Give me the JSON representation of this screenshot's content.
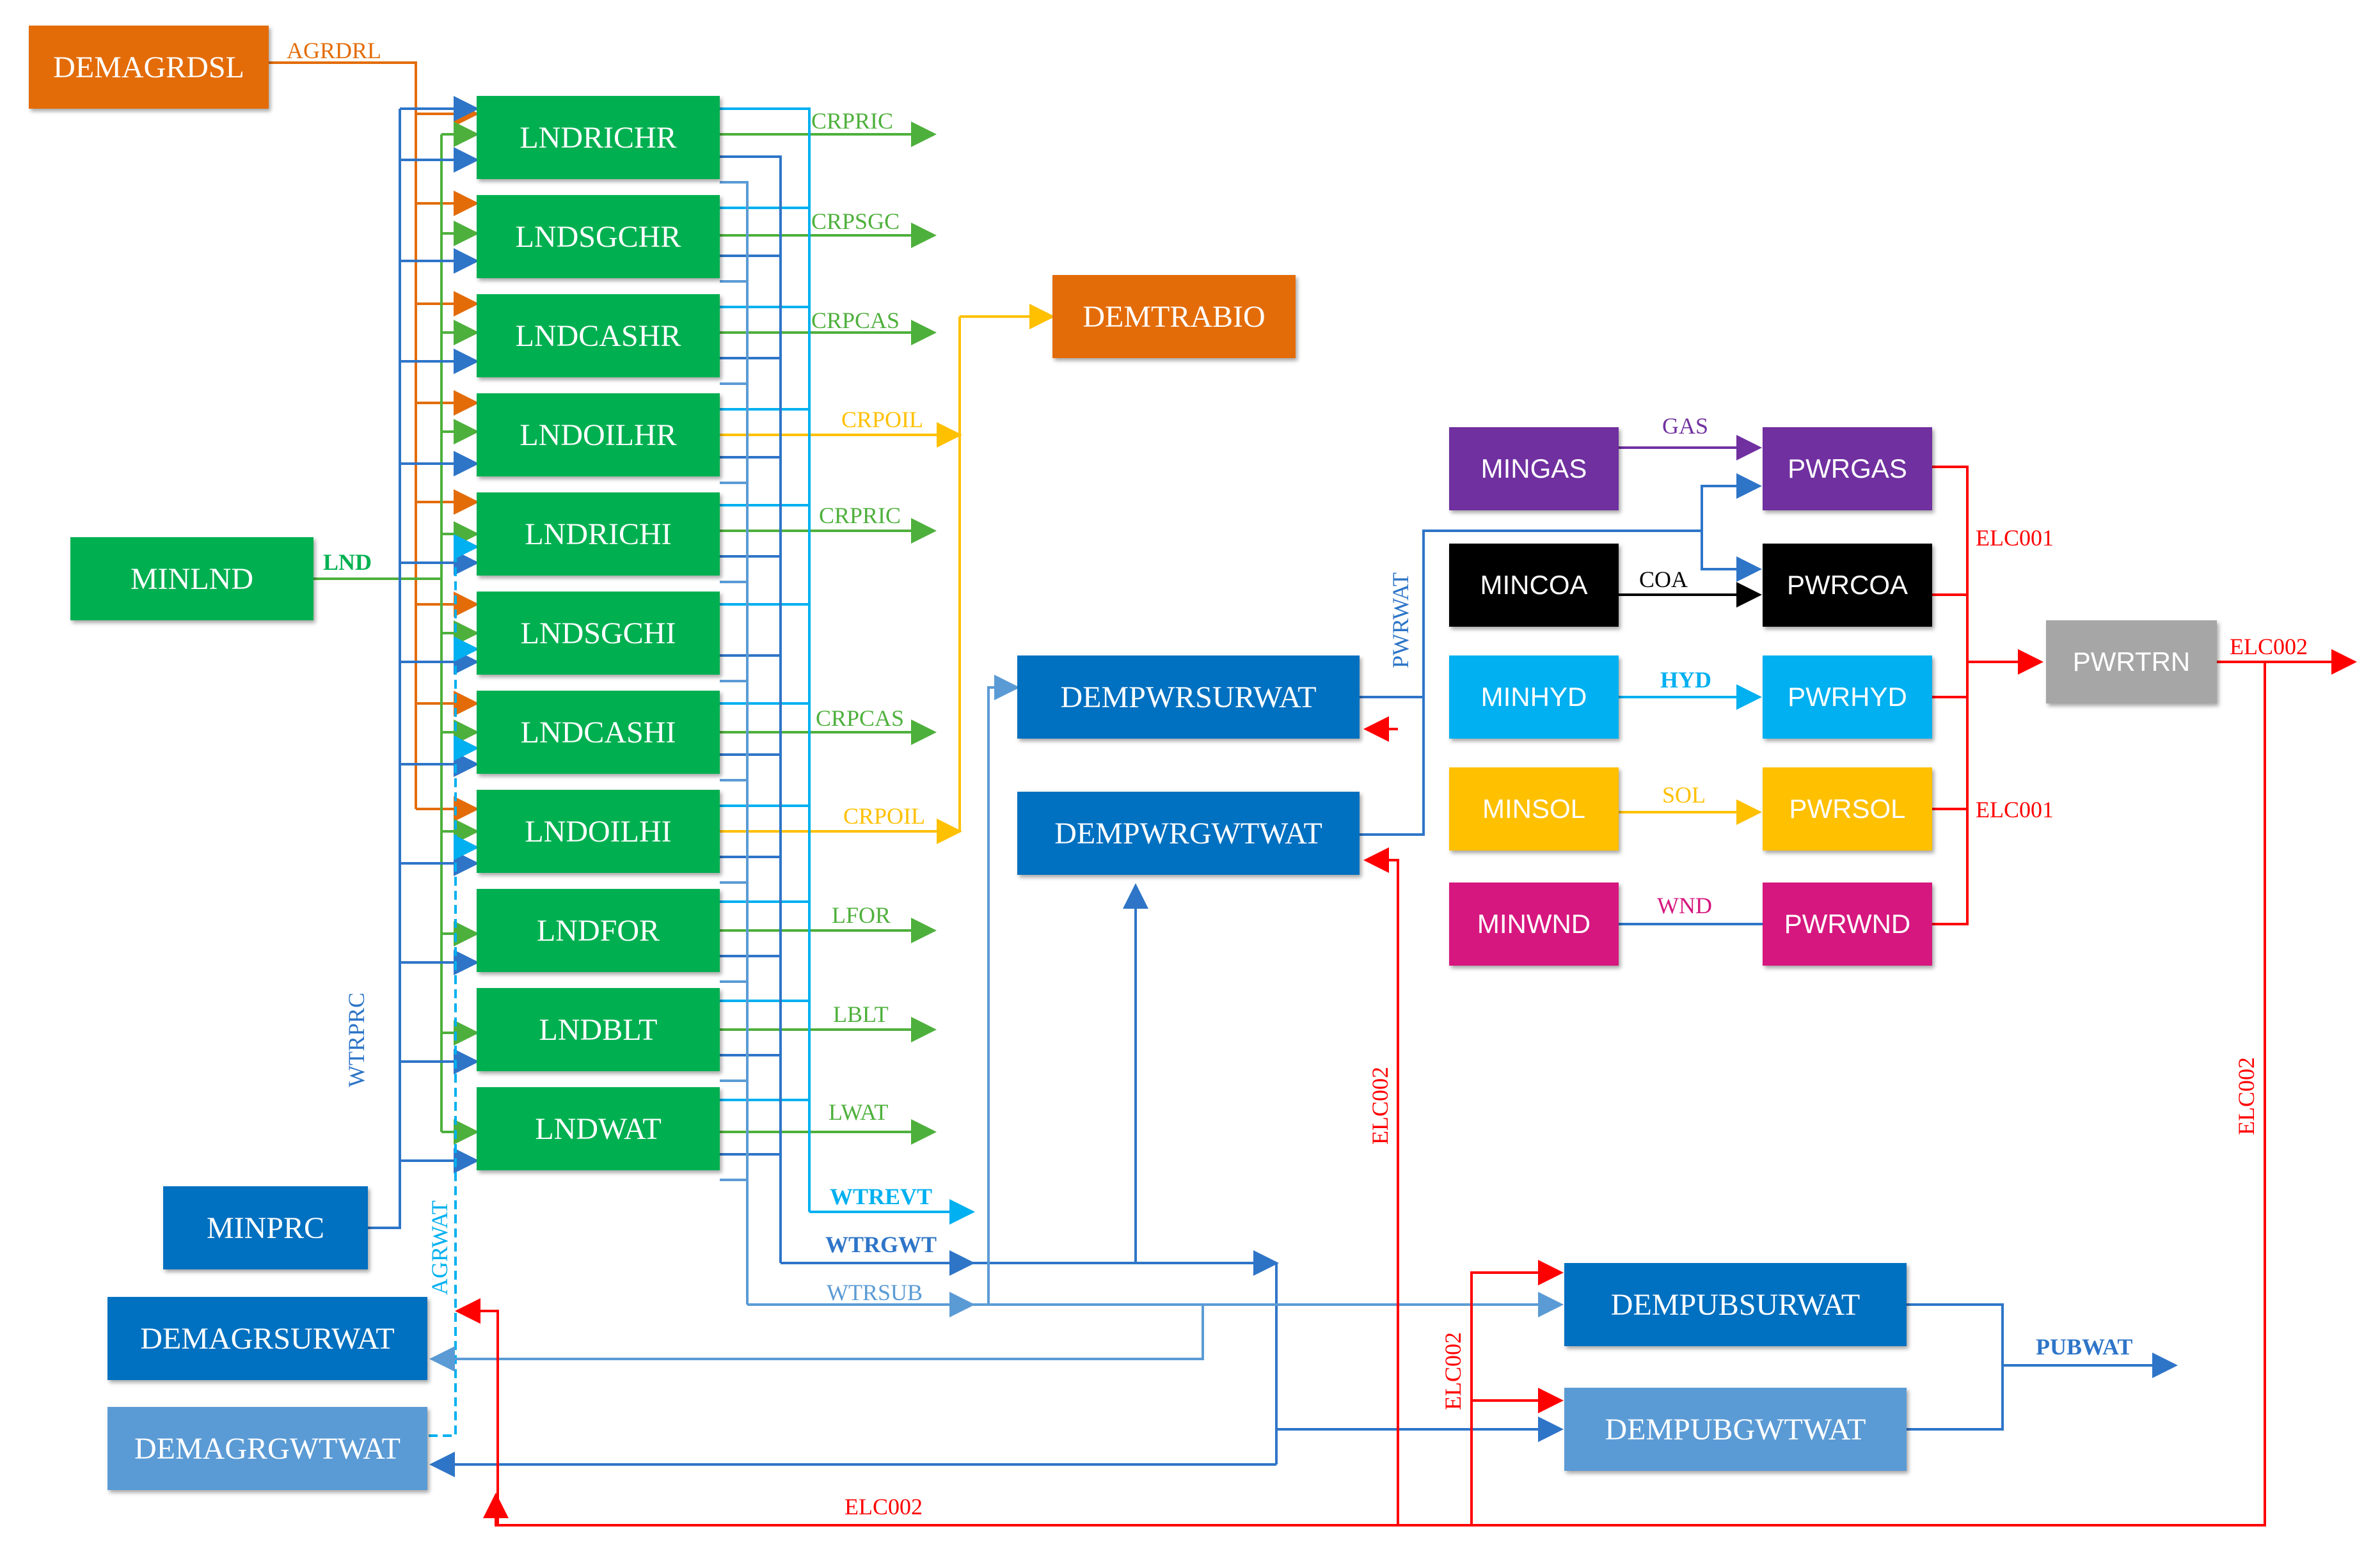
{
  "nodes": {
    "demagrdsl": "DEMAGRDSL",
    "minlnd": "MINLND",
    "minprc": "MINPRC",
    "demagrsurwat": "DEMAGRSURWAT",
    "demagrgwtwat": "DEMAGRGWTWAT",
    "lndrichr": "LNDRICHR",
    "lndsgchr": "LNDSGCHR",
    "lndcashr": "LNDCASHR",
    "lndoilhr": "LNDOILHR",
    "lndrichi": "LNDRICHI",
    "lndsgchi": "LNDSGCHI",
    "lndcashi": "LNDCASHI",
    "lndoilhi": "LNDOILHI",
    "lndfor": "LNDFOR",
    "lndblt": "LNDBLT",
    "lndwat": "LNDWAT",
    "demtrabio": "DEMTRABIO",
    "dempwrsurwat": "DEMPWRSURWAT",
    "dempwrgwtwat": "DEMPWRGWTWAT",
    "mingas": "MINGAS",
    "mincoa": "MINCOA",
    "minhyd": "MINHYD",
    "minsol": "MINSOL",
    "minwnd": "MINWND",
    "pwrgas": "PWRGAS",
    "pwrcoa": "PWRCOA",
    "pwrhyd": "PWRHYD",
    "pwrsol": "PWRSOL",
    "pwrwnd": "PWRWND",
    "pwrtrn": "PWRTRN",
    "dempubsurwat": "DEMPUBSURWAT",
    "dempubgwtwat": "DEMPUBGWTWAT"
  },
  "labels": {
    "agrdrl": "AGRDRL",
    "lnd": "LND",
    "wtrprc": "WTRPRC",
    "agrwat": "AGRWAT",
    "crpric_1": "CRPRIC",
    "crpsgc": "CRPSGC",
    "crpcas_1": "CRPCAS",
    "crpoil_1": "CRPOIL",
    "crpric_2": "CRPRIC",
    "crpcas_2": "CRPCAS",
    "crpoil_2": "CRPOIL",
    "lfor": "LFOR",
    "lblt": "LBLT",
    "lwat": "LWAT",
    "wtrevt": "WTREVT",
    "wtrgwt": "WTRGWT",
    "wtrsub": "WTRSUB",
    "pwrwat": "PWRWAT",
    "gas": "GAS",
    "coa": "COA",
    "hyd": "HYD",
    "sol": "SOL",
    "wnd": "WND",
    "elc001_top": "ELC001",
    "elc001_bottom": "ELC001",
    "elc002_out": "ELC002",
    "elc002_bottom": "ELC002",
    "elc002_vert_mid": "ELC002",
    "elc002_vert_right": "ELC002",
    "elc002_vert_pub": "ELC002",
    "pubwat": "PUBWAT"
  },
  "colors": {
    "green": "#00B050",
    "orange": "#E36C09",
    "blue": "#0070C0",
    "light_blue": "#5B9BD5",
    "sky": "#00B0F0",
    "purple": "#7030A0",
    "black": "#000000",
    "yellow": "#FFC000",
    "magenta": "#D6177F",
    "grey": "#A6A6A6",
    "red": "#FF0000",
    "yellow_line": "#FFC000",
    "crop_green": "#4EB03C"
  }
}
